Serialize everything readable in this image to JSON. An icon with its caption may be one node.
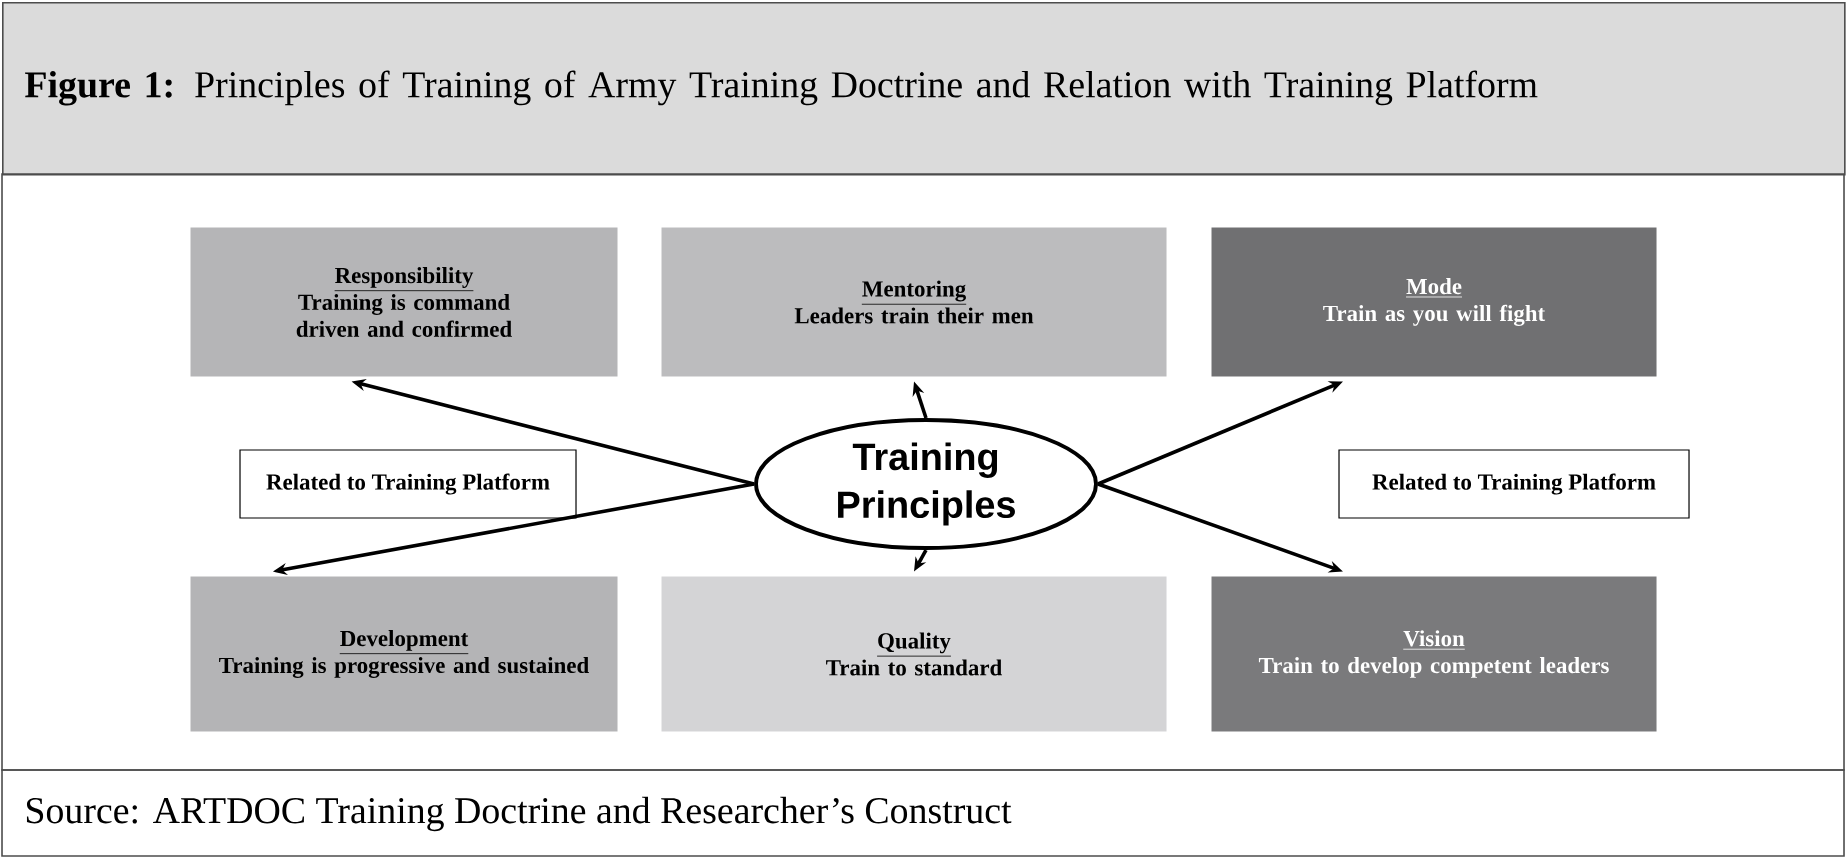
{
  "diagram": {
    "title": "**Figure 1:** Principles of Training of Army Training Doctrine and Relation with Training Platform",
    "caption": "Source: ARTDOC Training Doctrine and Researcher’s Construct",
    "nodes": [
      {
        "text": [
          "Responsibility",
          "Training is command driven and confirmed"
        ]
      },
      {
        "text": [
          "Mentoring",
          "Leaders train their men"
        ]
      },
      {
        "text": [
          "Mode",
          "Train as you will fight"
        ]
      },
      {
        "text": [
          "Related to Training Platform"
        ]
      },
      {
        "text": [
          "Training Principles"
        ]
      },
      {
        "text": [
          "Related to Training Platform"
        ]
      },
      {
        "text": [
          "Development",
          "Training is progressive and sustained"
        ]
      },
      {
        "text": [
          "Quality",
          "Train to standard"
        ]
      },
      {
        "text": [
          "Vision",
          "Train to develop competent leaders"
        ]
      }
    ],
    "edges": [
      {
        "from": 4,
        "to": 0,
        "arrow": "to"
      },
      {
        "from": 4,
        "to": 1,
        "arrow": "to"
      },
      {
        "from": 4,
        "to": 2,
        "arrow": "to"
      },
      {
        "from": 4,
        "to": 6,
        "arrow": "to"
      },
      {
        "from": 4,
        "to": 7,
        "arrow": "to"
      },
      {
        "from": 4,
        "to": 8,
        "arrow": "to"
      }
    ]
  }
}
